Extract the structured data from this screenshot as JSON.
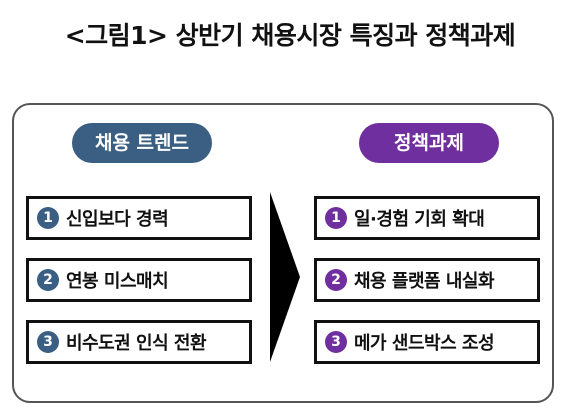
{
  "title": "<그림1> 상반기 채용시장 특징과 정책과제",
  "colors": {
    "trend_accent": "#3a5f82",
    "policy_accent": "#6f2f9f",
    "arrow": "#000000",
    "frame_border": "#555555"
  },
  "trends": {
    "header": "채용 트렌드",
    "items": [
      {
        "number": "1",
        "text": "신입보다 경력"
      },
      {
        "number": "2",
        "text": "연봉 미스매치"
      },
      {
        "number": "3",
        "text": "비수도권 인식 전환"
      }
    ]
  },
  "policy": {
    "header": "정책과제",
    "items": [
      {
        "number": "1",
        "text": "일·경험 기회 확대"
      },
      {
        "number": "2",
        "text": "채용 플랫폼 내실화"
      },
      {
        "number": "3",
        "text": "메가 샌드박스 조성"
      }
    ]
  },
  "icons": {
    "arrow": "right-chevron-arrow-icon"
  }
}
